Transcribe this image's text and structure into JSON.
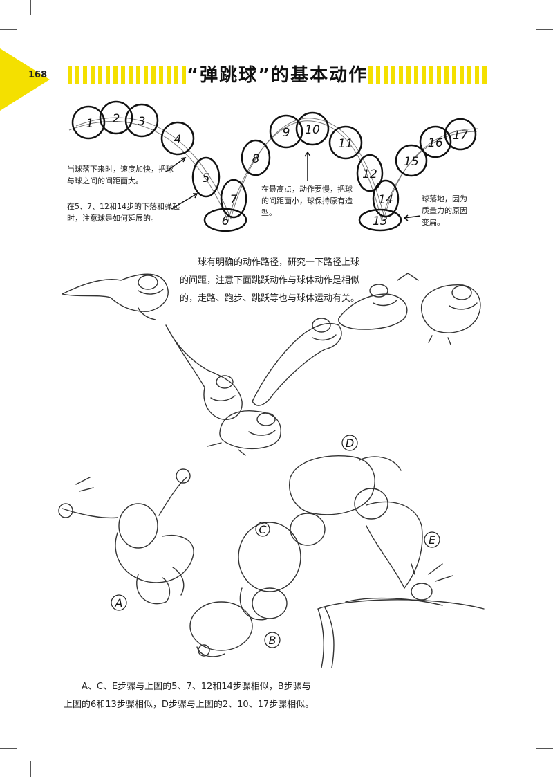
{
  "header": {
    "page_number": "168",
    "title": "“弹跳球”的基本动作",
    "accent_color": "#f4e000"
  },
  "ball_diagram": {
    "ball_labels": [
      "1",
      "2",
      "3",
      "4",
      "5",
      "6",
      "7",
      "8",
      "9",
      "10",
      "11",
      "12",
      "13",
      "14",
      "15",
      "16",
      "17"
    ],
    "note_fall": "当球落下来时，速度加快，把球与球之间的间距面大。",
    "note_fall_lines": [
      "当球落下来时，速度加快，把球",
      "与球之间的间距面大。"
    ],
    "note_stretch_lines": [
      "在5、7、12和14步的下落和弹起",
      "时，注意球是如何延展的。"
    ],
    "note_top_lines": [
      "在最高点，动作要慢，把球",
      "的间距面小，球保持原有造",
      "型。"
    ],
    "note_land_lines": [
      "球落地，因为",
      "质量力的原因",
      "变扁。"
    ]
  },
  "frog_section": {
    "paragraph_lines": [
      "球有明确的动作路径，研究一下路径上球",
      "的间距，注意下面跳跃动作与球体动作是相似",
      "的，走路、跑步、跳跃等也与球体运动有关。"
    ]
  },
  "man_section": {
    "step_labels": [
      "A",
      "B",
      "C",
      "D",
      "E"
    ],
    "caption_lines": [
      "A、C、E步骤与上图的5、7、12和14步骤相似，B步骤与",
      "上图的6和13步骤相似，D步骤与上图的2、10、17步骤相似。"
    ]
  }
}
